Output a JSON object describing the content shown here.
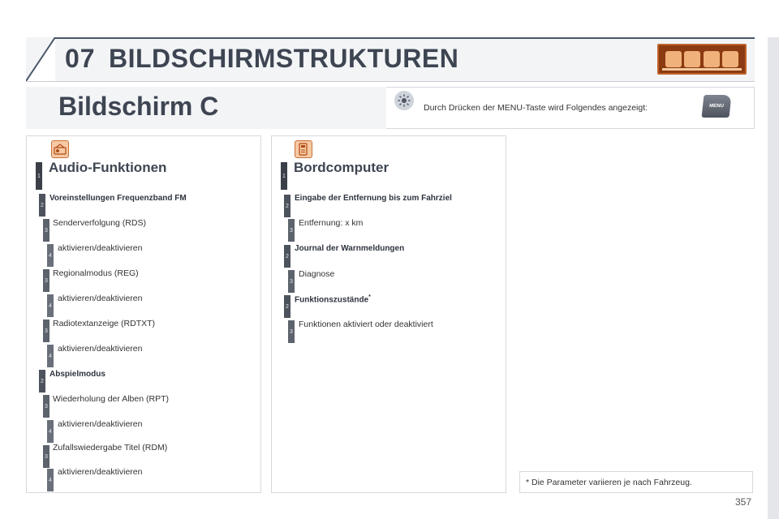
{
  "header": {
    "chapter_number": "07",
    "chapter_title": "BILDSCHIRMSTRUKTUREN"
  },
  "screen": {
    "title": "Bildschirm C",
    "intro": "Durch Drücken der MENU-Taste wird Folgendes angezeigt:",
    "menu_key_label": "MENU"
  },
  "audio": {
    "title": "Audio-Funktionen",
    "icon": "audio-icon",
    "items": [
      {
        "level": "1",
        "text": ""
      },
      {
        "level": "2",
        "text": "Voreinstellungen Frequenzband FM"
      },
      {
        "level": "3",
        "text": "Senderverfolgung (RDS)"
      },
      {
        "level": "4",
        "text": "aktivieren/deaktivieren"
      },
      {
        "level": "3",
        "text": "Regionalmodus (REG)"
      },
      {
        "level": "4",
        "text": "aktivieren/deaktivieren"
      },
      {
        "level": "3",
        "text": "Radiotextanzeige (RDTXT)"
      },
      {
        "level": "4",
        "text": "aktivieren/deaktivieren"
      },
      {
        "level": "2",
        "text": "Abspielmodus"
      },
      {
        "level": "3",
        "text": "Wiederholung der Alben (RPT)"
      },
      {
        "level": "4",
        "text": "aktivieren/deaktivieren"
      },
      {
        "level": "3",
        "text": "Zufallswiedergabe Titel (RDM)"
      },
      {
        "level": "4",
        "text": "aktivieren/deaktivieren"
      }
    ]
  },
  "board": {
    "title": "Bordcomputer",
    "icon": "trip-computer-icon",
    "items": [
      {
        "level": "1",
        "text": ""
      },
      {
        "level": "2",
        "text": "Eingabe der Entfernung bis zum Fahrziel"
      },
      {
        "level": "3",
        "text": "Entfernung: x km"
      },
      {
        "level": "2",
        "text": "Journal der Warnmeldungen"
      },
      {
        "level": "3",
        "text": "Diagnose"
      },
      {
        "level": "2",
        "text": "Funktionszustände",
        "suffix": "*"
      },
      {
        "level": "3",
        "text": "Funktionen aktiviert oder deaktiviert"
      }
    ]
  },
  "footnote": "* Die Parameter variieren je nach Fahrzeug.",
  "page_number": "357",
  "colors": {
    "title": "#3e4552",
    "accent_badge": "#8b3a12",
    "icon_fill": "#f6c9a3"
  }
}
